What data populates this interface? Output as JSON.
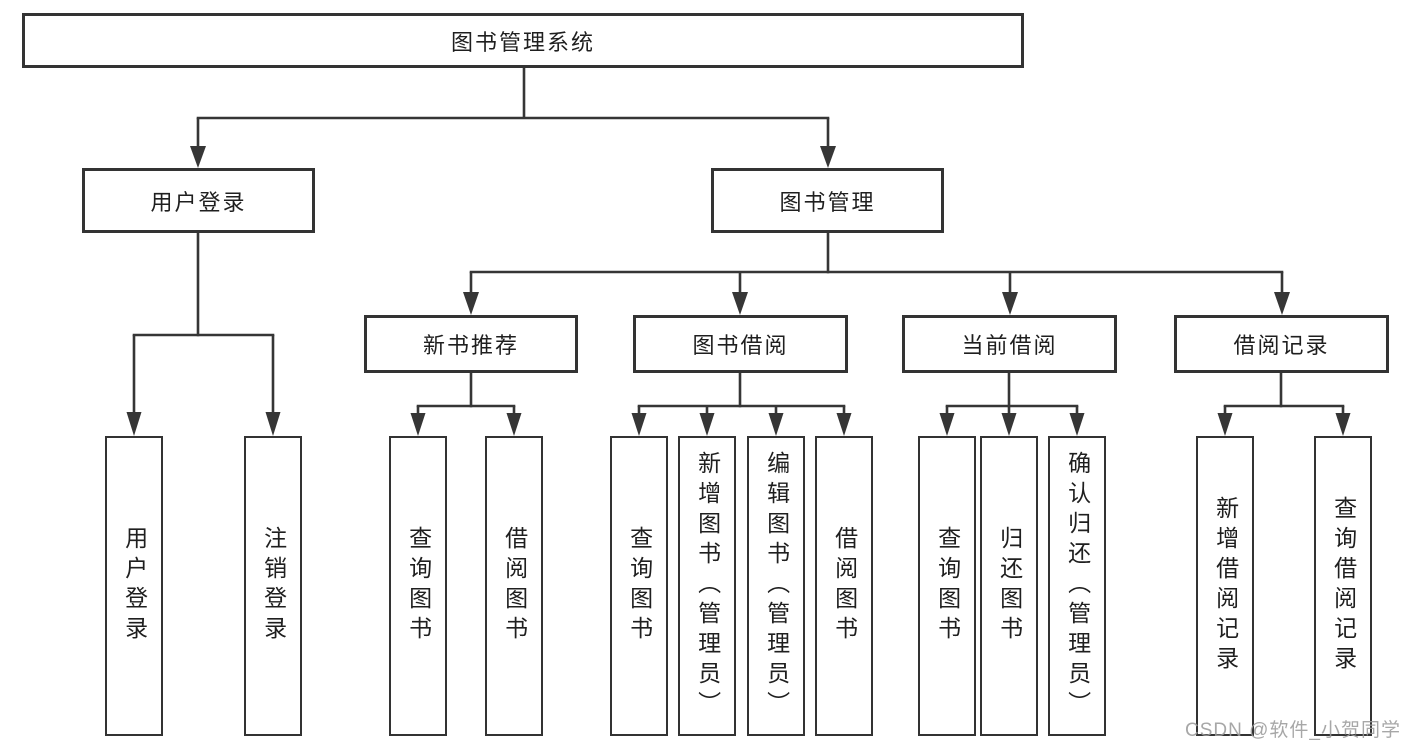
{
  "nodes": {
    "root": "图书管理系统",
    "userLogin": "用户登录",
    "bookMgmt": "图书管理",
    "newBooks": "新书推荐",
    "bookBorrow": "图书借阅",
    "currentBorrow": "当前借阅",
    "borrowRecords": "借阅记录",
    "leaves": {
      "userLogin": "用户登录",
      "logout": "注销登录",
      "nbQuery": "查询图书",
      "nbBorrow": "借阅图书",
      "bbQuery": "查询图书",
      "bbAdd": "新增图书（管理员）",
      "bbEdit": "编辑图书（管理员）",
      "bbBorrow": "借阅图书",
      "cbQuery": "查询图书",
      "cbReturn": "归还图书",
      "cbConfirm": "确认归还（管理员）",
      "brAdd": "新增借阅记录",
      "brQuery": "查询借阅记录"
    }
  },
  "hierarchy": {
    "图书管理系统": [
      "用户登录",
      "图书管理"
    ],
    "用户登录": [
      "用户登录",
      "注销登录"
    ],
    "图书管理": [
      "新书推荐",
      "图书借阅",
      "当前借阅",
      "借阅记录"
    ],
    "新书推荐": [
      "查询图书",
      "借阅图书"
    ],
    "图书借阅": [
      "查询图书",
      "新增图书（管理员）",
      "编辑图书（管理员）",
      "借阅图书"
    ],
    "当前借阅": [
      "查询图书",
      "归还图书",
      "确认归还（管理员）"
    ],
    "借阅记录": [
      "新增借阅记录",
      "查询借阅记录"
    ]
  },
  "watermark": "CSDN @软件_小贺同学",
  "colors": {
    "line": "#363636",
    "box_border": "#333333",
    "box_fill": "#ffffff",
    "text": "#1f1f1f",
    "watermark": "#9c9c9c",
    "background": "#ffffff"
  }
}
